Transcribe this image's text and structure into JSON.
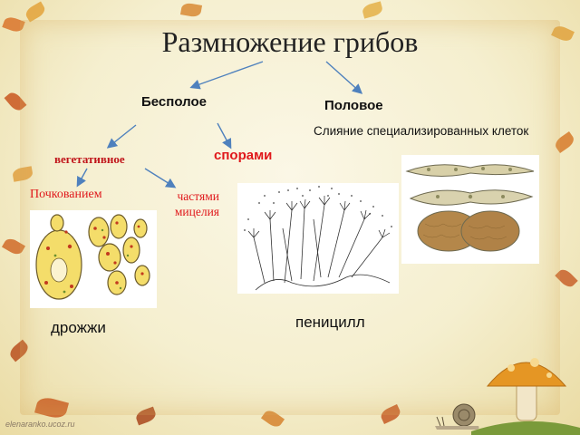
{
  "title": "Размножение грибов",
  "branches": {
    "asexual": "Бесполое",
    "sexual": "Половое",
    "sexual_desc": "Слияние специализированных клеток",
    "vegetative": "вегетативное",
    "spores": "спорами",
    "budding": "Почкованием",
    "mycelium_parts": "частями мицелия"
  },
  "captions": {
    "yeast": "дрожжи",
    "penicillium": "пеницилл"
  },
  "footer": {
    "source": "elenaranko.ucoz.ru"
  },
  "colors": {
    "arrow": "#4f81bd",
    "red_label": "#e0181b",
    "background": "#f5efcf"
  }
}
